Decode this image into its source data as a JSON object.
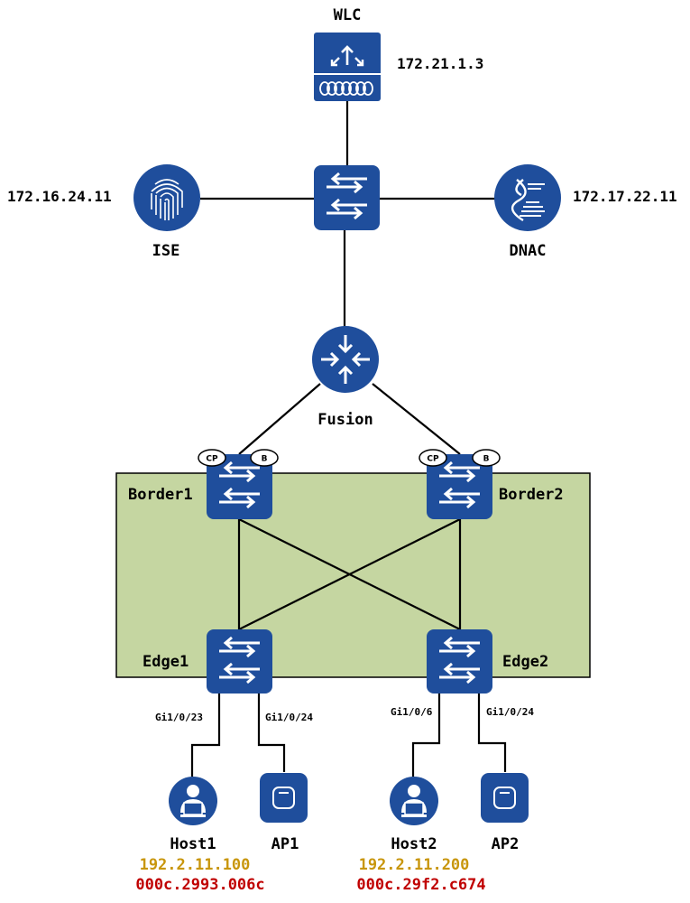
{
  "colors": {
    "device": "#1f4e9c",
    "device_dark": "#173f80",
    "fabric_fill": "#c5d6a1",
    "ip_color": "#c8960c",
    "mac_color": "#c00000"
  },
  "devices": {
    "wlc": {
      "name": "WLC",
      "ip": "172.21.1.3",
      "icon": "wireless-lan-controller-icon"
    },
    "core_switch": {
      "icon": "switch-icon"
    },
    "ise": {
      "name": "ISE",
      "ip": "172.16.24.11",
      "icon": "fingerprint-icon"
    },
    "dnac": {
      "name": "DNAC",
      "ip": "172.17.22.11",
      "icon": "dna-center-icon"
    },
    "fusion": {
      "name": "Fusion",
      "icon": "router-icon"
    },
    "border1": {
      "name": "Border1",
      "badges": [
        "CP",
        "B"
      ],
      "icon": "switch-icon"
    },
    "border2": {
      "name": "Border2",
      "badges": [
        "CP",
        "B"
      ],
      "icon": "switch-icon"
    },
    "edge1": {
      "name": "Edge1",
      "icon": "switch-icon"
    },
    "edge2": {
      "name": "Edge2",
      "icon": "switch-icon"
    },
    "host1": {
      "name": "Host1",
      "ip": "192.2.11.100",
      "mac": "000c.2993.006c",
      "icon": "host-user-icon"
    },
    "ap1": {
      "name": "AP1",
      "icon": "access-point-icon"
    },
    "host2": {
      "name": "Host2",
      "ip": "192.2.11.200",
      "mac": "000c.29f2.c674",
      "icon": "host-user-icon"
    },
    "ap2": {
      "name": "AP2",
      "icon": "access-point-icon"
    }
  },
  "ports": {
    "edge1_host1": "Gi1/0/23",
    "edge1_ap1": "Gi1/0/24",
    "edge2_host2": "Gi1/0/6",
    "edge2_ap2": "Gi1/0/24"
  }
}
